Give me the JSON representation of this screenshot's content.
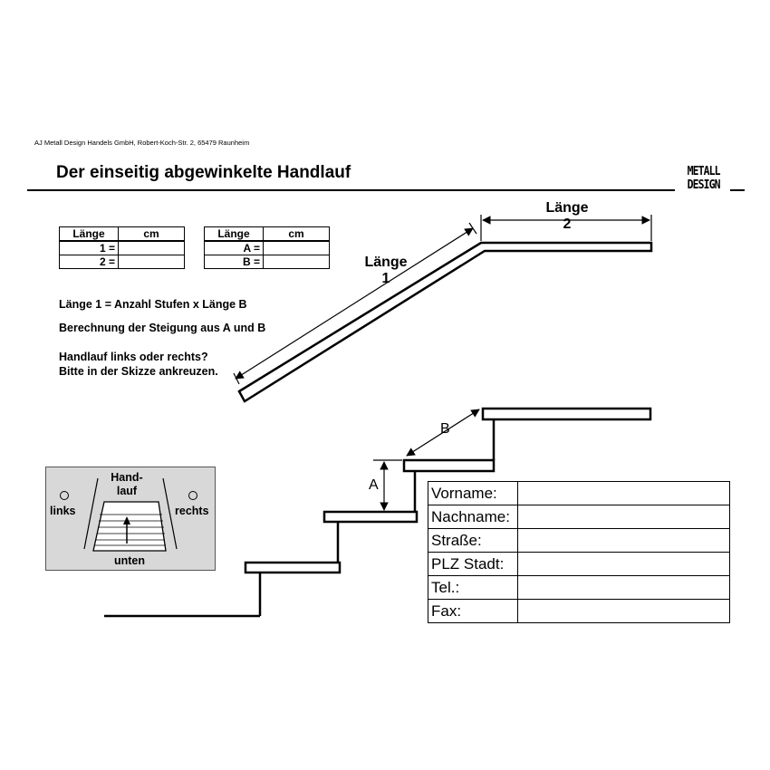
{
  "header": {
    "company": "AJ Metall Design Handels GmbH, Robert-Koch-Str. 2, 65479 Raunheim",
    "title": "Der einseitig abgewinkelte Handlauf",
    "logo_line1": "METALL",
    "logo_line2": "DESIGN"
  },
  "table_laenge": {
    "col1": "Länge",
    "col2": "cm",
    "rows": [
      {
        "label": "1 =",
        "value": ""
      },
      {
        "label": "2 =",
        "value": ""
      }
    ]
  },
  "table_ab": {
    "col1": "Länge",
    "col2": "cm",
    "rows": [
      {
        "label": "A =",
        "value": ""
      },
      {
        "label": "B =",
        "value": ""
      }
    ]
  },
  "notes": {
    "line1": "Länge 1 = Anzahl Stufen x Länge B",
    "line2": "Berechnung der Steigung aus A und B",
    "line3": "Handlauf links oder rechts?",
    "line4": "Bitte in der Skizze ankreuzen."
  },
  "diagram": {
    "laenge1_a": "Länge",
    "laenge1_b": "1",
    "laenge2_a": "Länge",
    "laenge2_b": "2",
    "label_a": "A",
    "label_b": "B"
  },
  "selector": {
    "title1": "Hand-",
    "title2": "lauf",
    "left": "links",
    "right": "rechts",
    "bottom": "unten"
  },
  "form": {
    "fields": [
      {
        "label": "Vorname:",
        "value": ""
      },
      {
        "label": "Nachname:",
        "value": ""
      },
      {
        "label": "Straße:",
        "value": ""
      },
      {
        "label": "PLZ Stadt:",
        "value": ""
      },
      {
        "label": "Tel.:",
        "value": ""
      },
      {
        "label": "Fax:",
        "value": ""
      }
    ]
  }
}
